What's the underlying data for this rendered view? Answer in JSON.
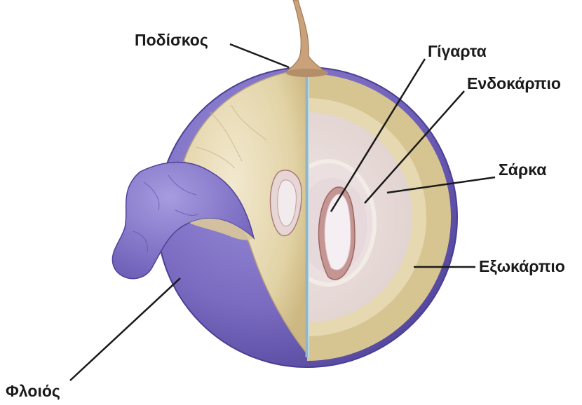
{
  "diagram": {
    "labels": {
      "stalk": "Ποδίσκος",
      "seed": "Γίγαρτα",
      "endocarp": "Ενδοκάρπιο",
      "flesh": "Σάρκα",
      "exocarp": "Εξωκάρπιο",
      "skin": "Φλοιός"
    }
  },
  "colors": {
    "skin_purple": "#7a6bc0",
    "skin_dark": "#5a4ca6",
    "flesh_tan": "#dccb99",
    "flesh_light": "#ecdfc0",
    "inner_pink": "#e9dcdc",
    "seed_white": "#f4eef2",
    "stalk": "#c9a27b",
    "leader": "#1a1a1a",
    "cut_line": "#8fb7c9"
  }
}
